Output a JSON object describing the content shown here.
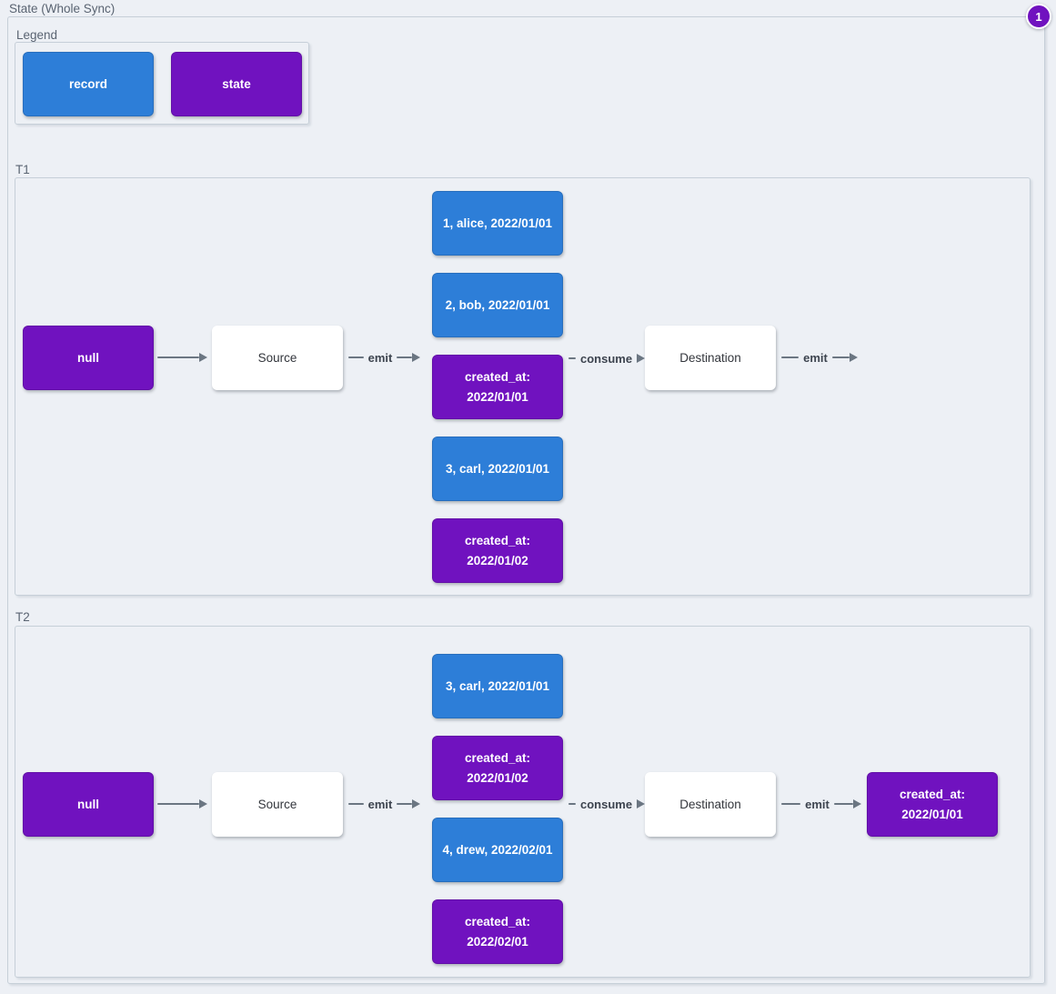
{
  "diagram": {
    "title": "State (Whole Sync)",
    "badge_count": "1"
  },
  "colors": {
    "record": "#2d7ed8",
    "state": "#7012bf",
    "arrow": "#6b7682",
    "background": "#edf0f5"
  },
  "legend": {
    "label": "Legend",
    "record_label": "record",
    "state_label": "state"
  },
  "t1": {
    "label": "T1",
    "input_state": "null",
    "source": "Source",
    "edge_emit": "emit",
    "edge_consume": "consume",
    "edge_emit_out": "emit",
    "stack": [
      {
        "type": "record",
        "text": "1, alice, 2022/01/01"
      },
      {
        "type": "record",
        "text": "2, bob, 2022/01/01"
      },
      {
        "type": "state",
        "text": "created_at: 2022/01/01"
      },
      {
        "type": "record",
        "text": "3, carl, 2022/01/01"
      },
      {
        "type": "state",
        "text": "created_at: 2022/01/02"
      }
    ],
    "destination": "Destination"
  },
  "t2": {
    "label": "T2",
    "input_state": "null",
    "source": "Source",
    "edge_emit": "emit",
    "edge_consume": "consume",
    "edge_emit_out": "emit",
    "stack": [
      {
        "type": "record",
        "text": "3, carl, 2022/01/01"
      },
      {
        "type": "state",
        "text": "created_at: 2022/01/02"
      },
      {
        "type": "record",
        "text": "4, drew, 2022/02/01"
      },
      {
        "type": "state",
        "text": "created_at: 2022/02/01"
      }
    ],
    "destination": "Destination",
    "output_state": "created_at: 2022/01/01"
  }
}
